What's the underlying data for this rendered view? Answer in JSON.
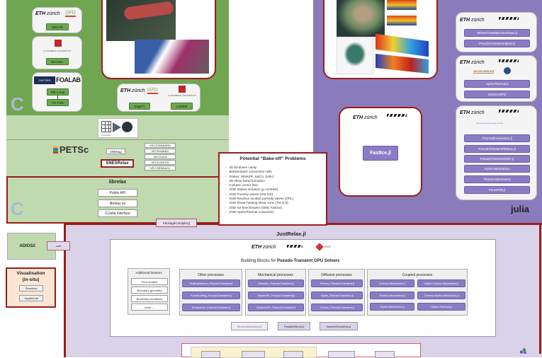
{
  "left": {
    "delvis": {
      "org": "ETH zürich",
      "logo2": "GFD",
      "button": "DELVIS"
    },
    "magma": {
      "org": "GUTENBERG UNIVERSITÄT",
      "button": "MAGMA"
    },
    "foalab": {
      "org": "OXFORD",
      "logo2": "FOALAB",
      "buttons": [
        "Rift-o-mat",
        "FD-PDE"
      ]
    },
    "stagyy": {
      "org": "ETH zürich",
      "logo2": "GFD",
      "org2": "GUTENBERG UNIVERSITÄT",
      "buttons": [
        "StagYY",
        "LaMEM"
      ]
    },
    "c_label": "C"
  },
  "tensordl": {
    "caption": "TensorDL"
  },
  "petsc": {
    "logo": "PETSc",
    "dmstag": "DMStag",
    "snesrelax": "SNESRelax",
    "vecs": [
      "VECSTANDARD",
      "VECSHARED",
      "VECCUDA",
      "VECKOKKOS",
      "VECVIENNACL"
    ]
  },
  "librelax": {
    "title": "librelax",
    "items": [
      "Public API",
      "librelax.so",
      "C/Julia interface"
    ],
    "c_label": "C"
  },
  "bakeoff": {
    "title": "Potential “Bake-off” Problems",
    "items": [
      "2D lid-driven cavity",
      "Blankenbach convection cells",
      "Stokes: SINKER, SolCx, SolKz",
      "2D shear band formation",
      "2-phase corner flow",
      "2/3D Stokes inclusion (μ contrast)",
      "2/3D Porosity waves (HM GJI)",
      "2/3D Reactive (scalar) porosity waves (GRL)",
      "2/3D Shear-heating shear zone (TM GJI)",
      "2/3D Ice benchmarks (GMD FastIce)",
      "2/3D HydroThermal convection"
    ]
  },
  "fastice": {
    "org": "ETH zürich",
    "button": "FastIce.jl"
  },
  "right": {
    "group1": {
      "org": "ETH zürich",
      "buttons": [
        "WhereTheWaterAlsoFlows.jl",
        "PseudoTransientAdjoint.jl"
      ]
    },
    "group2": {
      "org": "ETH zürich",
      "logo2": "GEOSCIENCES",
      "buttons": [
        "HydroThermal.jl",
        "StokesVEP.jl"
      ]
    },
    "group3": {
      "org": "ETH zürich",
      "org2": "Swiss Geocomputing Centre",
      "buttons": [
        "ThermalConvection.jl",
        "PseudoTransientPlateau.jl",
        "PseudoTransientHMC.jl",
        "Hydro-Mechanics",
        "Thermo-Mechanics",
        "PorovP3D.jl"
      ]
    },
    "julia": "julia"
  },
  "package_compiler": "PackageCompiler.jl",
  "adios": {
    "title": "ADIOS2",
    "coal": "coal"
  },
  "vis": {
    "title": "Visualisation",
    "subtitle": "(in-situ)",
    "items": [
      "Paraview",
      "JupyterLab"
    ]
  },
  "justrelax": {
    "title": "JustRelax.jl",
    "org": "ETH zürich",
    "org3": "CSCS",
    "subtitle_prefix": "Building Blocks for ",
    "subtitle_bold": "Pseudo-Transient GPU Solvers",
    "additional": {
      "title": "Additional features",
      "items": [
        "Free-surface",
        "Boundary geometry",
        "Boundary conditions",
        "more ..."
      ]
    },
    "other": {
      "title": "Other processes",
      "items": [
        "SolitaryWaves_PseudoTransient.jl",
        "FlowRouting_PseudoTransient.jl",
        "ShallowIce_PseudoTransient.jl"
      ]
    },
    "mechanical": {
      "title": "Mechanical processes",
      "items": [
        "StokesV_PseudoTransient.jl",
        "StokesVE_PseudoTransient.jl",
        "StokesVEP_PseudoTransient.jl"
      ]
    },
    "diffusive": {
      "title": "Diffusive processes",
      "items": [
        "Thermo_PseudoTransient.jl",
        "Hydro_PseudoTransient.jl",
        "Chemo_PseudoTransient.jl"
      ]
    },
    "coupled": {
      "title": "Coupled processes",
      "items": [
        "Chemo-Mechanics.jl",
        "Hydro-Chemo-Mechanics.jl",
        "Thermo-Mechanics.jl",
        "Thermo-Hydro-Mechanics.jl",
        "Hydro-Mechanics.jl",
        "Hydro-Thermal.jl"
      ]
    },
    "libs": [
      "KernelAbstraction.jl",
      "ParallelStencil.jl",
      "ImplicitGlobalGrid.jl"
    ]
  }
}
